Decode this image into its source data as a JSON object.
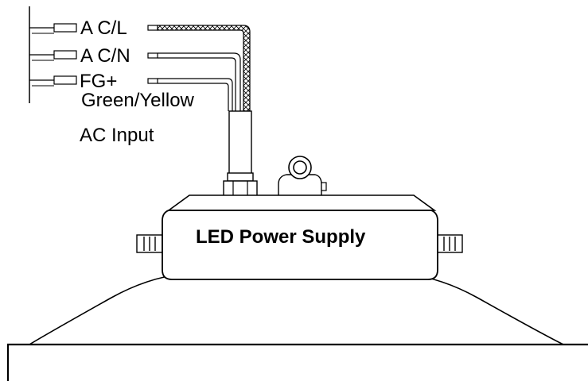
{
  "diagram": {
    "wires": [
      {
        "label": "A C/L",
        "style": "braided"
      },
      {
        "label": "A C/N",
        "style": "plain"
      },
      {
        "label": "FG+",
        "style": "plain"
      }
    ],
    "fg_color_label": "Green/Yellow",
    "input_label": "AC Input",
    "device_label": "LED Power Supply",
    "colors": {
      "stroke": "#000000",
      "background": "#ffffff"
    }
  }
}
